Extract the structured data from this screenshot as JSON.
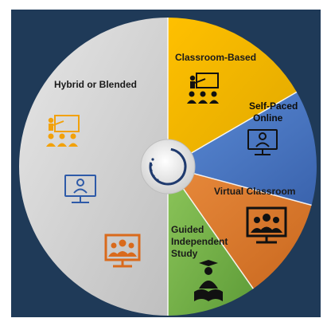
{
  "diagram": {
    "segments": [
      {
        "label_lines": [
          "Classroom-Based"
        ],
        "color": "#f2b705",
        "text_color": "#1a1a1a",
        "icon": "classroom-teacher-icon"
      },
      {
        "label_lines": [
          "Self-Paced",
          "Online"
        ],
        "color": "#4472c4",
        "text_color": "#0d0d0d",
        "icon": "monitor-user-icon"
      },
      {
        "label_lines": [
          "Virtual Classroom"
        ],
        "color": "#e07b2e",
        "text_color": "#1a1a1a",
        "icon": "video-conference-icon"
      },
      {
        "label_lines": [
          "Guided",
          "Independent",
          "Study"
        ],
        "color": "#70ad47",
        "text_color": "#1a1a1a",
        "icon": "reading-student-icon"
      },
      {
        "label_lines": [
          "Hybrid or Blended"
        ],
        "color": "#d9d9d9",
        "text_color": "#1a1a1a",
        "icon": "combined-modes-icon"
      }
    ],
    "background_color": "#1f3a58",
    "center_icon": "loading-ring-icon"
  }
}
